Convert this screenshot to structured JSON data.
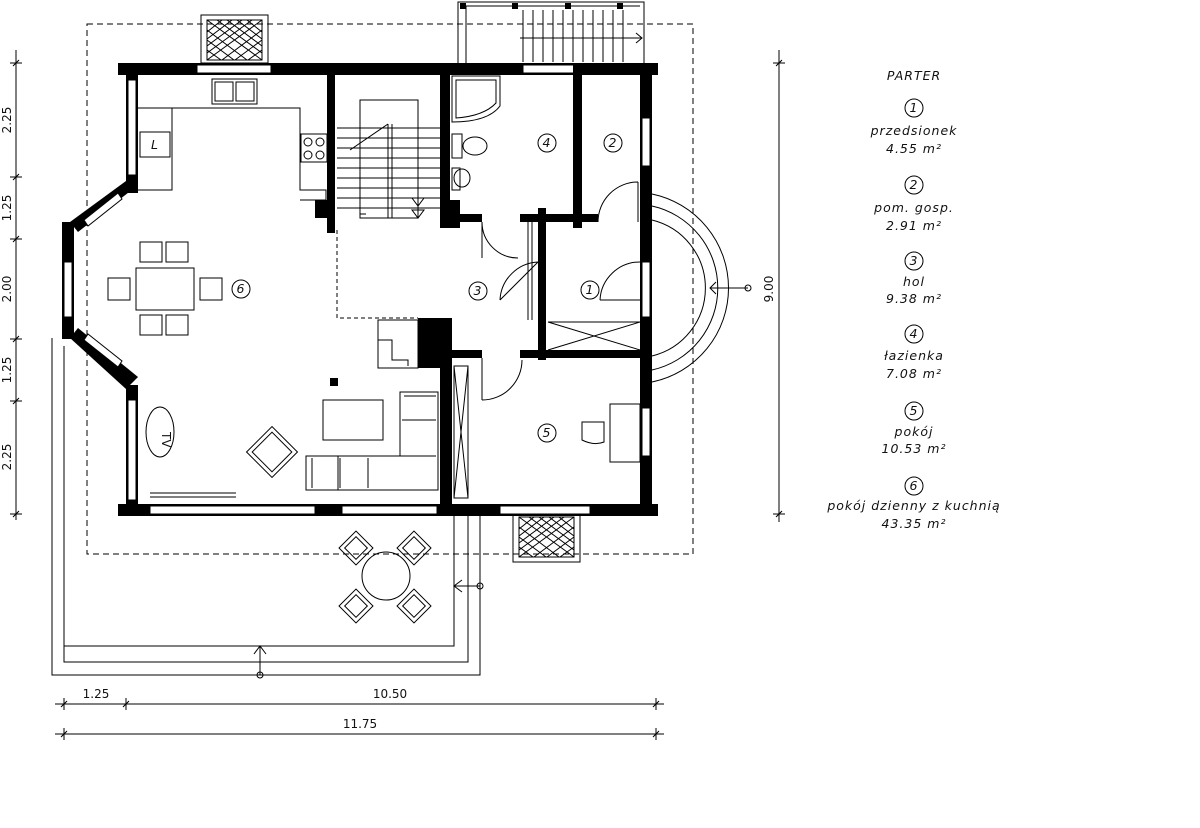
{
  "legend": {
    "title": "PARTER",
    "rooms": [
      {
        "number": "1",
        "name": "przedsionek",
        "area": "4.55 m²"
      },
      {
        "number": "2",
        "name": "pom. gosp.",
        "area": "2.91 m²"
      },
      {
        "number": "3",
        "name": "hol",
        "area": "9.38 m²"
      },
      {
        "number": "4",
        "name": "łazienka",
        "area": "7.08 m²"
      },
      {
        "number": "5",
        "name": "pokój",
        "area": "10.53 m²"
      },
      {
        "number": "6",
        "name": "pokój dzienny z kuchnią",
        "area": "43.35 m²"
      }
    ]
  },
  "dimensions": {
    "left": [
      "2.25",
      "1.25",
      "2.00",
      "1.25",
      "2.25"
    ],
    "right": "9.00",
    "bottom_row1": [
      "1.25",
      "10.50"
    ],
    "bottom_row2": "11.75"
  },
  "room_markers": [
    "6",
    "3",
    "1",
    "4",
    "2",
    "5"
  ],
  "fixtures": {
    "fridge": "L",
    "tv": "TV"
  }
}
